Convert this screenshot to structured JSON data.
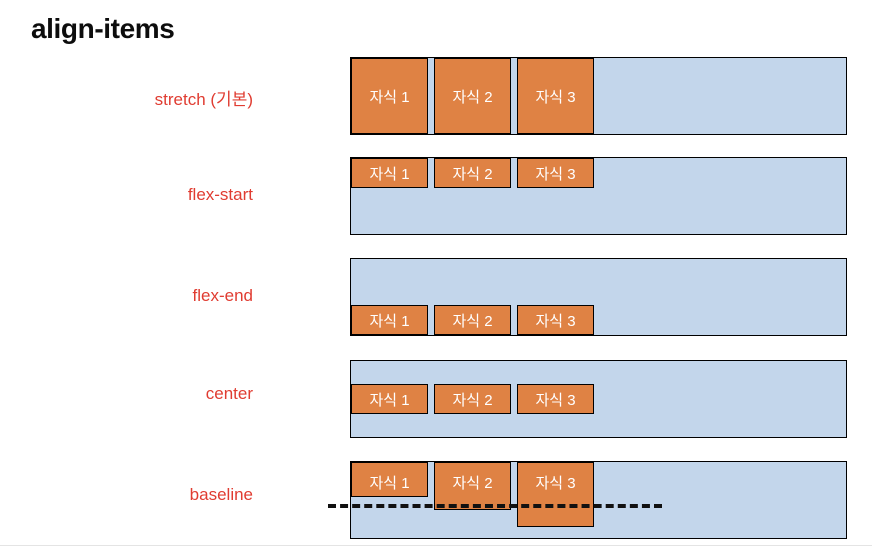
{
  "page": {
    "title": "align-items",
    "title_color": "#0d0d0d",
    "background": "#ffffff"
  },
  "colors": {
    "label": "#e03c31",
    "item_fill": "#df8244",
    "container_fill": "#c3d6eb",
    "border": "#000000",
    "item_text": "#ffffff",
    "baseline_guide": "#111111"
  },
  "item_labels": {
    "child1": "자식 1",
    "child2": "자식 2",
    "child3": "자식 3"
  },
  "rows": [
    {
      "label": "stretch (기본)",
      "value": "stretch",
      "items": [
        {
          "label": "자식 1"
        },
        {
          "label": "자식 2"
        },
        {
          "label": "자식 3"
        }
      ]
    },
    {
      "label": "flex-start",
      "value": "flex-start",
      "items": [
        {
          "label": "자식 1"
        },
        {
          "label": "자식 2"
        },
        {
          "label": "자식 3"
        }
      ]
    },
    {
      "label": "flex-end",
      "value": "flex-end",
      "items": [
        {
          "label": "자식 1"
        },
        {
          "label": "자식 2"
        },
        {
          "label": "자식 3"
        }
      ]
    },
    {
      "label": "center",
      "value": "center",
      "items": [
        {
          "label": "자식 1"
        },
        {
          "label": "자식 2"
        },
        {
          "label": "자식 3"
        }
      ]
    },
    {
      "label": "baseline",
      "value": "baseline",
      "items": [
        {
          "label": "자식 1"
        },
        {
          "label": "자식 2"
        },
        {
          "label": "자식 3"
        }
      ]
    }
  ]
}
